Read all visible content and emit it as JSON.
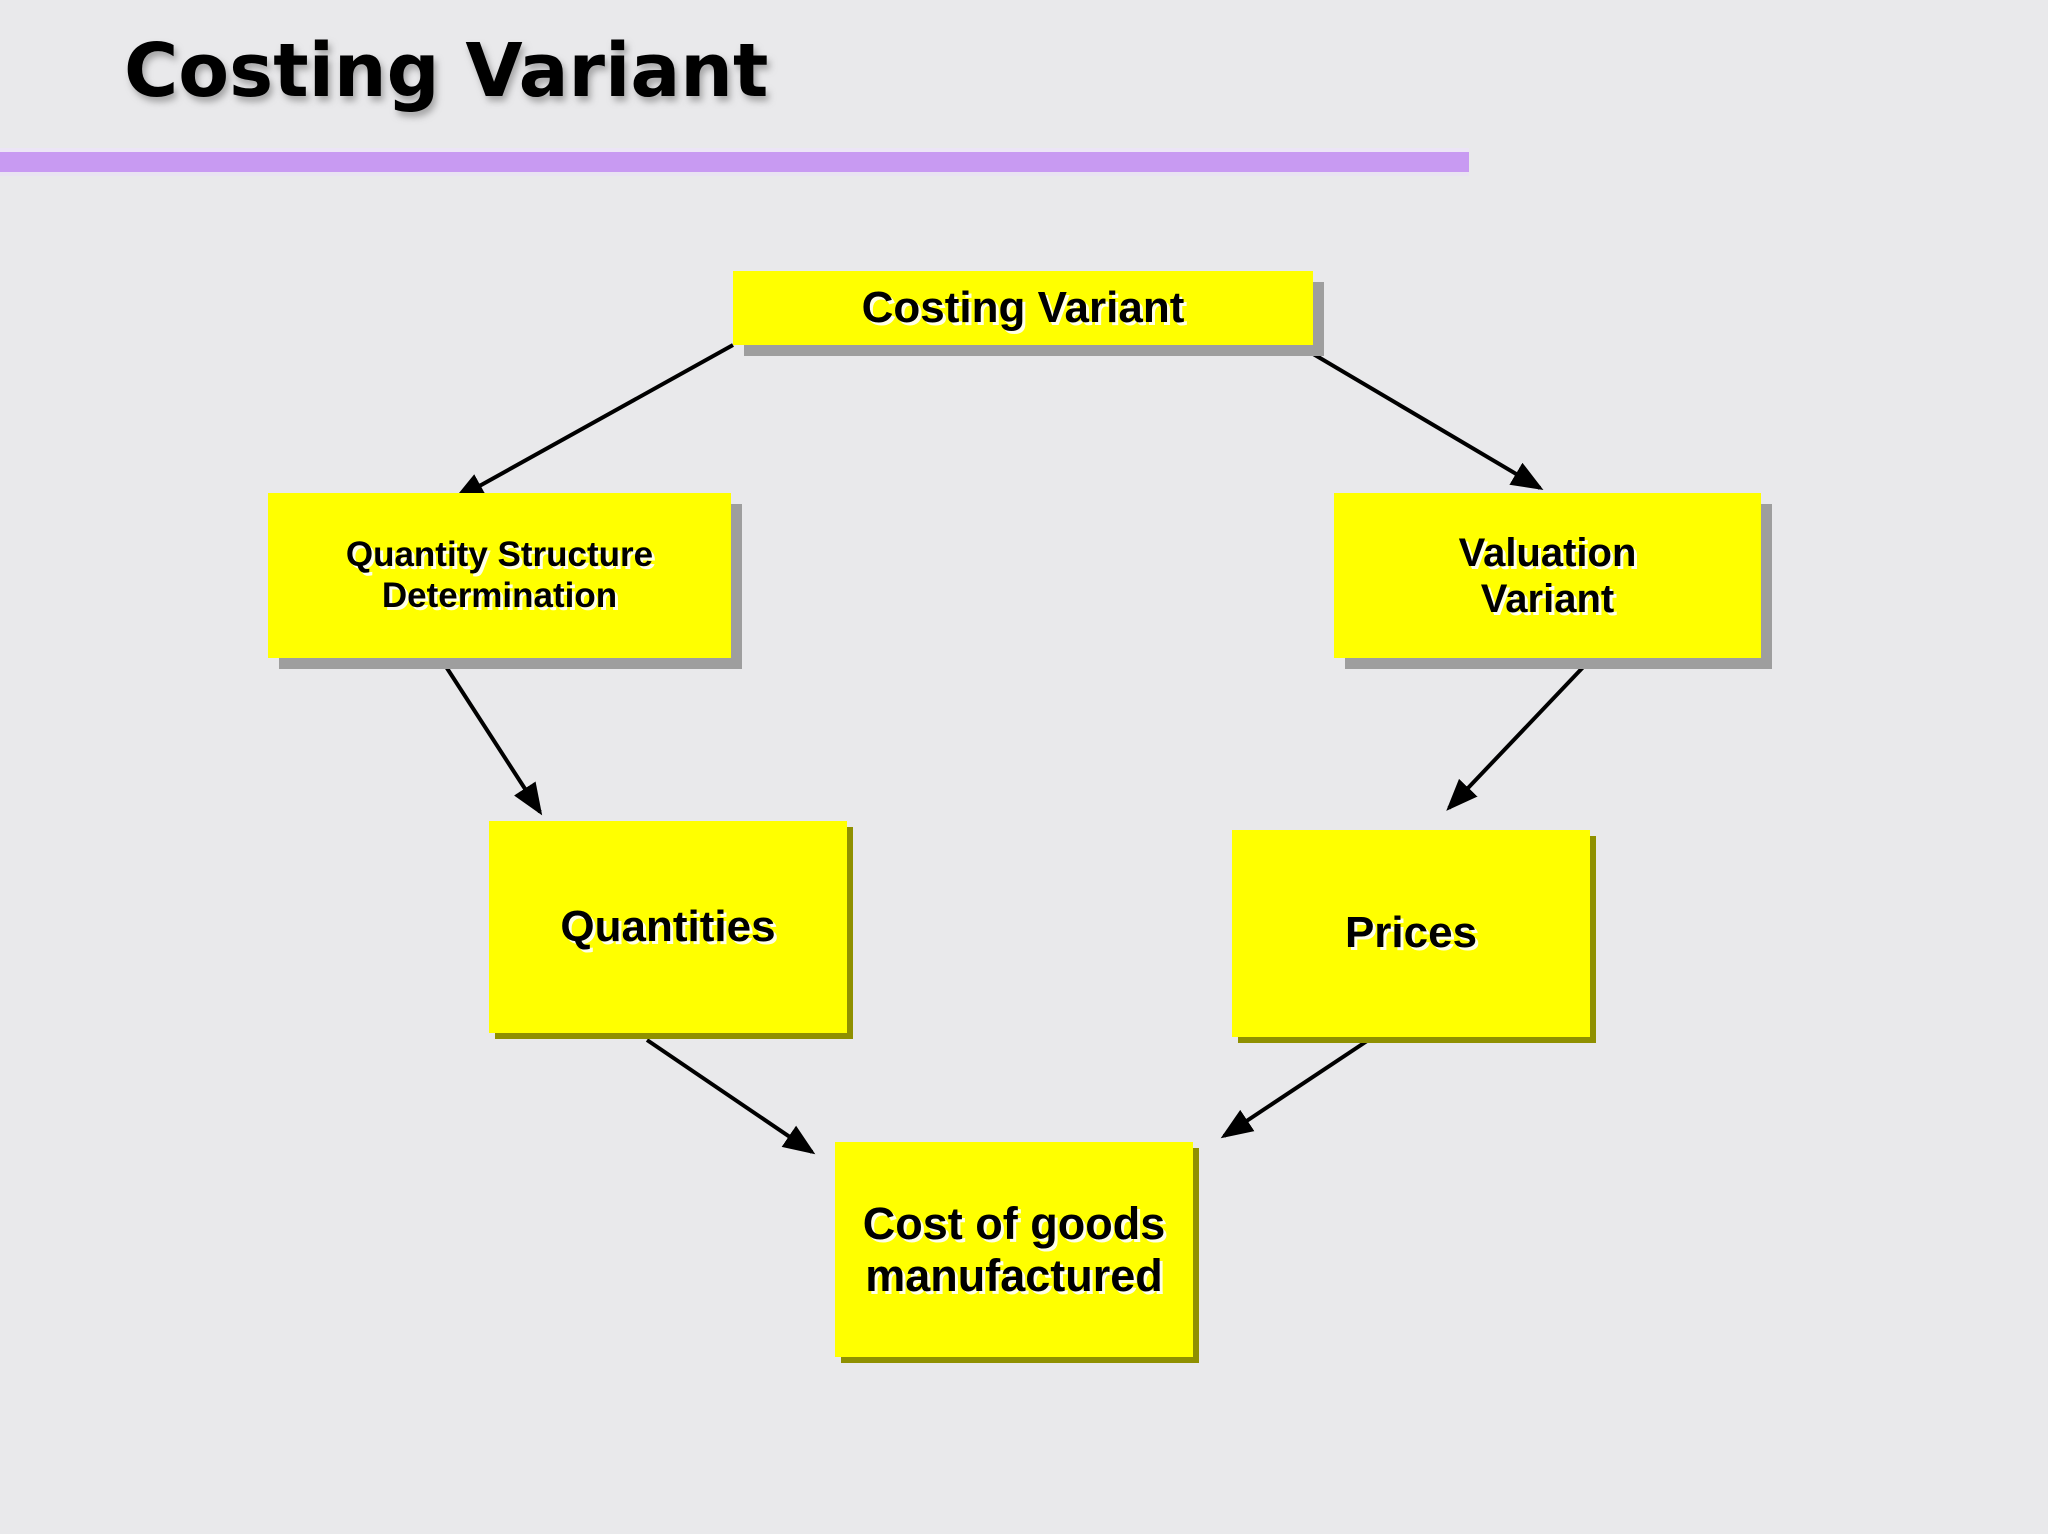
{
  "slide": {
    "title": "Costing Variant",
    "background_color": "#e9e9eb",
    "accent_bar_color": "#c89af2"
  },
  "diagram": {
    "node_fill_color": "#ffff00",
    "node_text_color": "#000000",
    "gray_shadow_color": "#9e9e9e",
    "olive_shadow_color": "#8f9000",
    "arrow_color": "#000000",
    "nodes": [
      {
        "id": "costing-variant",
        "label": "Costing Variant"
      },
      {
        "id": "quantity-structure-determination",
        "label": "Quantity Structure\nDetermination"
      },
      {
        "id": "valuation-variant",
        "label": "Valuation\nVariant"
      },
      {
        "id": "quantities",
        "label": "Quantities"
      },
      {
        "id": "prices",
        "label": "Prices"
      },
      {
        "id": "cost-of-goods-manufactured",
        "label": "Cost of goods\nmanufactured"
      }
    ],
    "edges": [
      {
        "from": "costing-variant",
        "to": "quantity-structure-determination"
      },
      {
        "from": "costing-variant",
        "to": "valuation-variant"
      },
      {
        "from": "quantity-structure-determination",
        "to": "quantities"
      },
      {
        "from": "valuation-variant",
        "to": "prices"
      },
      {
        "from": "quantities",
        "to": "cost-of-goods-manufactured"
      },
      {
        "from": "prices",
        "to": "cost-of-goods-manufactured"
      }
    ]
  }
}
